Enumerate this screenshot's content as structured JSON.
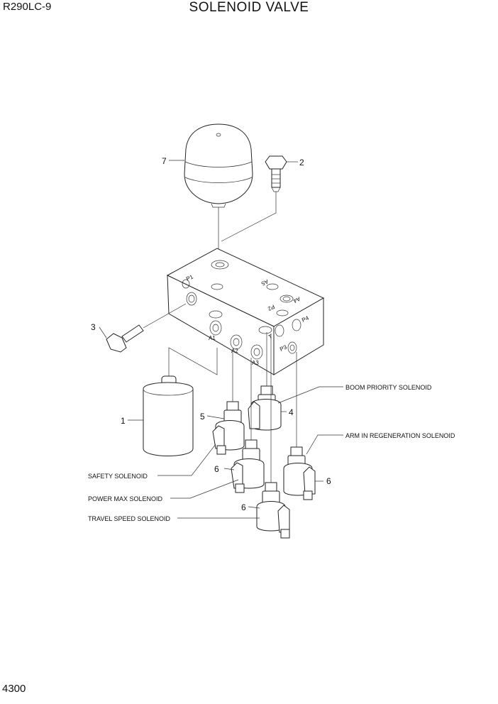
{
  "header": {
    "model": "R290LC-9",
    "title": "SOLENOID VALVE"
  },
  "footer": {
    "page_number": "4300"
  },
  "callouts": [
    "7",
    "2",
    "3",
    "1",
    "5",
    "4",
    "6",
    "6",
    "6"
  ],
  "port_labels": [
    "P1",
    "A5",
    "A4",
    "P2",
    "P4",
    "P3",
    "A1",
    "A2",
    "A3",
    "T"
  ],
  "solenoid_labels": {
    "boom_priority": "BOOM PRIORITY SOLENOID",
    "arm_regeneration": "ARM IN REGENERATION SOLENOID",
    "safety": "SAFETY SOLENOID",
    "power_max": "POWER MAX SOLENOID",
    "travel_speed": "TRAVEL SPEED SOLENOID"
  }
}
